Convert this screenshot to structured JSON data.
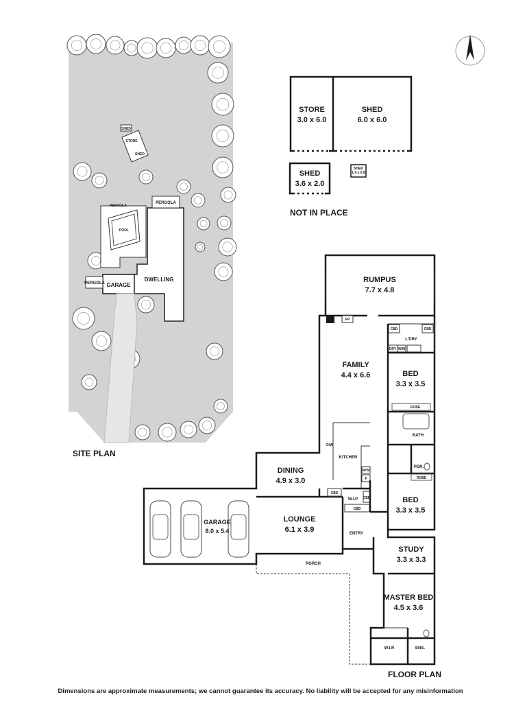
{
  "site_plan": {
    "title": "SITE PLAN",
    "labels": {
      "shed_small": "SHED",
      "store": "STORE",
      "shed": "SHED",
      "pergola_top": "PERGOLA",
      "pergola_left": "PERGOLA",
      "pergola_pool": "PERGOLA",
      "pool": "POOL",
      "garage": "GARAGE",
      "dwelling": "DWELLING"
    }
  },
  "outbuildings": {
    "store": {
      "name": "STORE",
      "dim": "3.0 x 6.0"
    },
    "shed": {
      "name": "SHED",
      "dim": "6.0 x 6.0"
    },
    "shed2": {
      "name": "SHED",
      "dim": "3.6 x 2.0"
    },
    "shed3": {
      "name": "SHED",
      "dim": "1.4 x 0.8"
    },
    "not_in_place": "NOT IN PLACE"
  },
  "floor_plan": {
    "title": "FLOOR PLAN",
    "rooms": {
      "rumpus": {
        "name": "RUMPUS",
        "dim": "7.7 x 4.8"
      },
      "family": {
        "name": "FAMILY",
        "dim": "4.4 x 6.6"
      },
      "bed1": {
        "name": "BED",
        "dim": "3.3 x 3.5"
      },
      "bed2": {
        "name": "BED",
        "dim": "3.3 x 3.5"
      },
      "dining": {
        "name": "DINING",
        "dim": "4.9 x 3.0"
      },
      "lounge": {
        "name": "LOUNGE",
        "dim": "6.1 x 3.9"
      },
      "garage": {
        "name": "GARAGE",
        "dim": "8.0 x 5.4"
      },
      "study": {
        "name": "STUDY",
        "dim": "3.3 x 3.3"
      },
      "master": {
        "name": "MASTER BED",
        "dim": "4.5 x 3.6"
      }
    },
    "small_labels": {
      "kitchen": "KITCHEN",
      "entry": "ENTRY",
      "porch": "PORCH",
      "bath": "BATH",
      "pdr": "PDR.",
      "ldry": "L'DRY",
      "wip": "W.I.P",
      "wir": "W.I.R",
      "ens": "ENS.",
      "robe1": "ROBE",
      "robe2": "ROBE",
      "cbd1": "CBD",
      "cbd2": "CBD",
      "cbd3": "CBD",
      "cbd4": "CBD",
      "cbd5": "CBD",
      "dw": "D/W",
      "fp": "FP",
      "dry": "DRY",
      "wm": "W/M",
      "mw": "M/W",
      "f": "F"
    }
  },
  "disclaimer": "Dimensions are approximate measurements; we cannot guarantee its accuracy. No liability will be accepted for any misinformation"
}
